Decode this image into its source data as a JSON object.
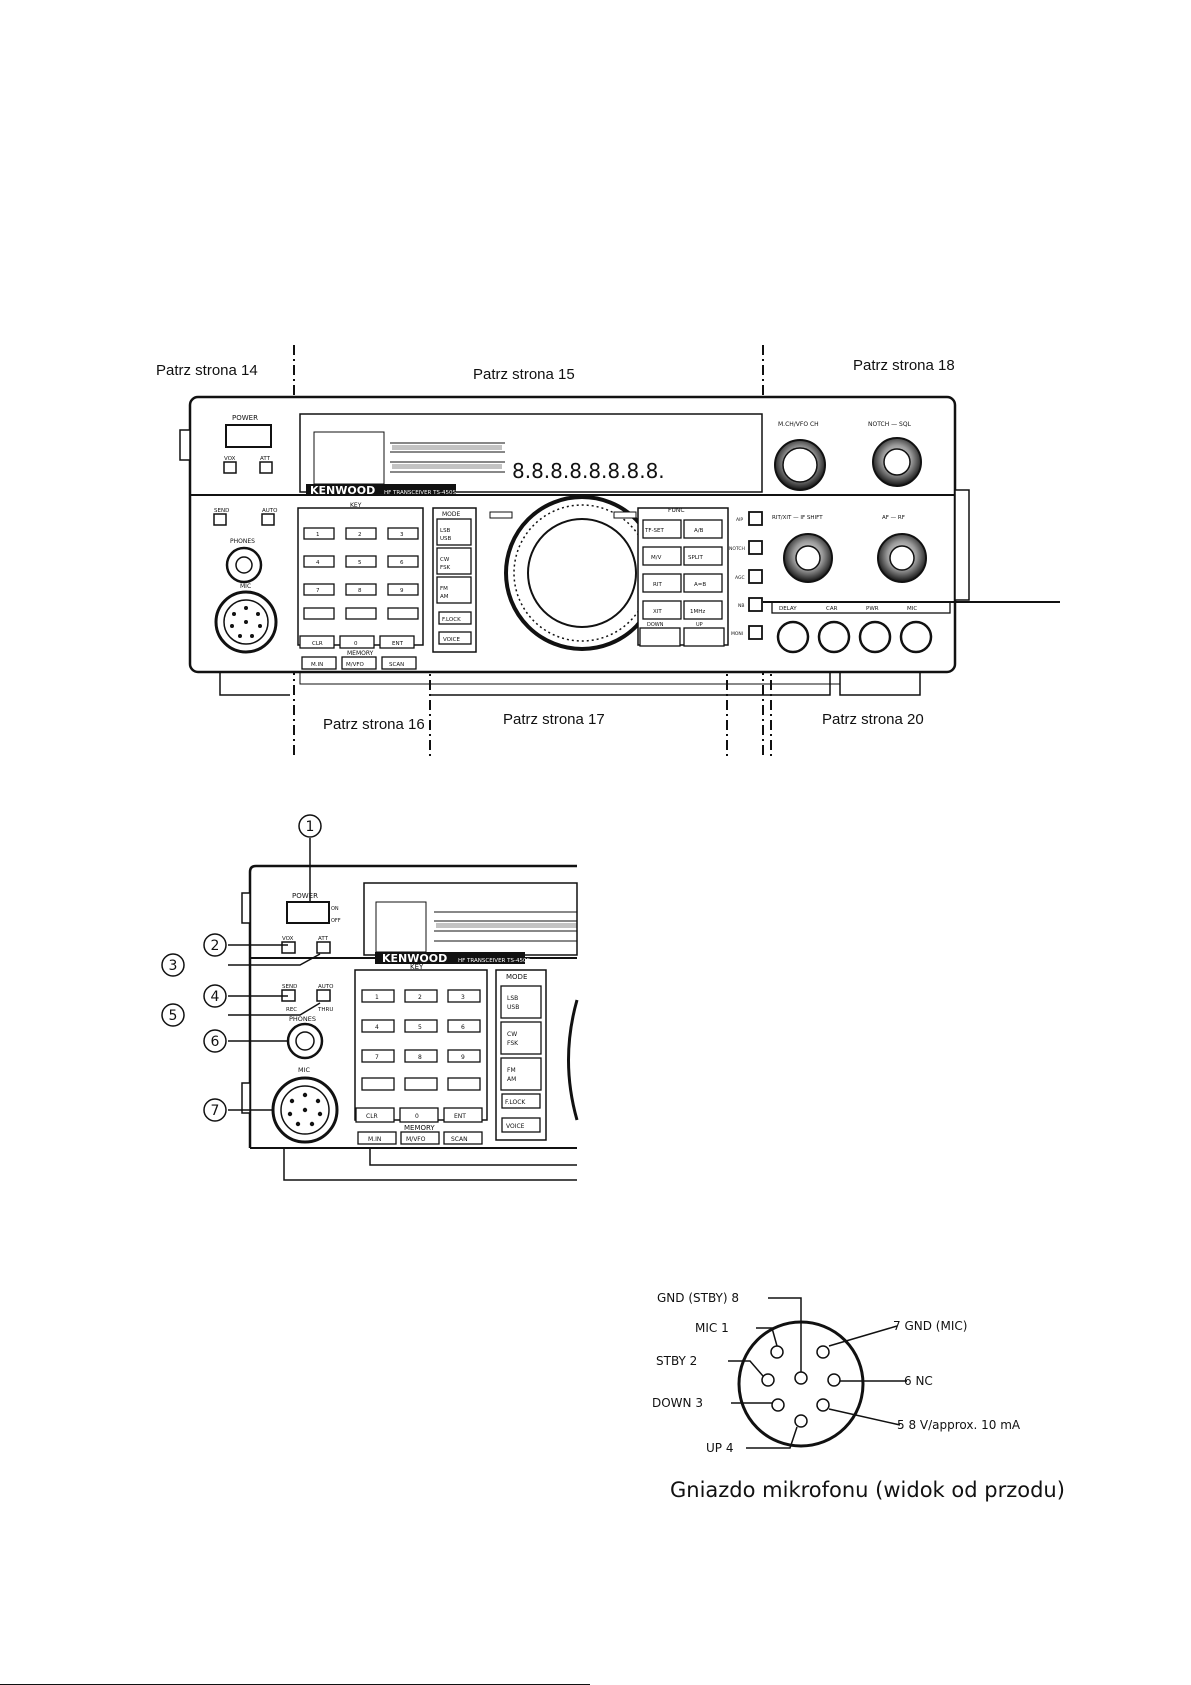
{
  "sections": {
    "s14": "Patrz strona 14",
    "s15": "Patrz strona 15",
    "s18": "Patrz strona 18",
    "s16": "Patrz strona 16",
    "s17": "Patrz strona 17",
    "s20": "Patrz strona 20"
  },
  "radio": {
    "brand": "KENWOOD",
    "model": "HF TRANSCEIVER TS-450S",
    "power": "POWER",
    "on": "ON",
    "off": "OFF",
    "vox": "VOX",
    "att": "ATT",
    "send": "SEND",
    "rec": "REC",
    "auto": "AUTO",
    "thru": "THRU",
    "phones": "PHONES",
    "mic": "MIC",
    "key_header": "KEY",
    "keypad": [
      "1",
      "2",
      "3",
      "4",
      "5",
      "6",
      "7",
      "8",
      "9"
    ],
    "clr": "CLR",
    "zero": "0",
    "ent": "ENT",
    "memory": "MEMORY",
    "min": "M.IN",
    "mvfo": "M/VFO",
    "scan": "SCAN",
    "mode": "MODE",
    "lsb_usb": [
      "LSB",
      "USB"
    ],
    "cw_fsk": [
      "CW",
      "FSK"
    ],
    "fm_am": [
      "FM",
      "AM"
    ],
    "flock": "F.LOCK",
    "voice": "VOICE",
    "func_header": "FUNC",
    "func_buttons": [
      "TF-SET",
      "A/B",
      "M/V",
      "SPLIT",
      "RIT",
      "A=B",
      "XIT",
      "1MHz"
    ],
    "down": "DOWN",
    "up": "UP",
    "ch_vfo": "M.CH/VFO CH",
    "notch_sql": "NOTCH — SQL",
    "rit_if": "RIT/XIT — IF SHIFT",
    "af_rf": "AF — RF",
    "side_buttons": [
      "AIP",
      "NOTCH",
      "AGC",
      "NB",
      "MONI"
    ],
    "bottom_knobs": [
      "DELAY",
      "CAR",
      "PWR",
      "MIC"
    ],
    "freq_display": "8.8.8.8.8.8.8.8."
  },
  "callouts": [
    "1",
    "2",
    "3",
    "4",
    "5",
    "6",
    "7"
  ],
  "connector": {
    "pins": {
      "gnd_stby": "GND (STBY) 8",
      "mic": "MIC 1",
      "stby": "STBY 2",
      "down": "DOWN 3",
      "up": "UP 4",
      "gnd_mic": "7 GND (MIC)",
      "nc": "6 NC",
      "v8": "5 8 V/approx. 10 mA"
    },
    "caption": "Gniazdo mikrofonu (widok od przodu)"
  }
}
